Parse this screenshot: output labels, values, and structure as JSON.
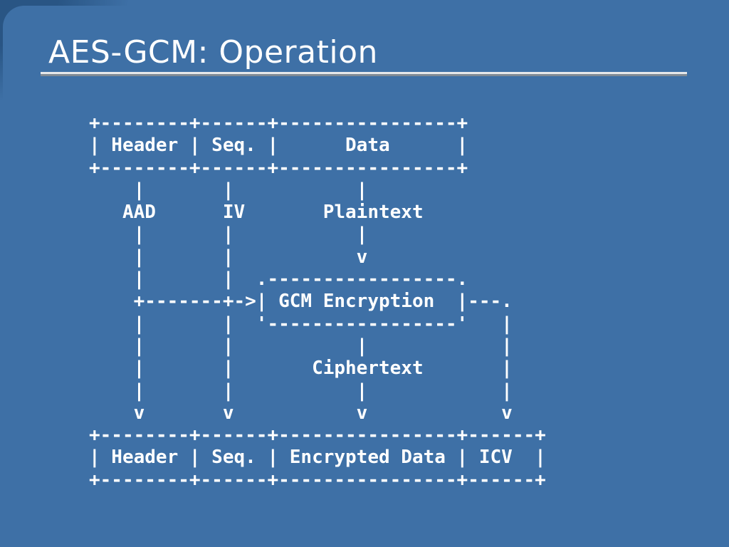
{
  "slide": {
    "title": "AES-GCM: Operation"
  },
  "diagram": {
    "lines": [
      "+--------+------+----------------+",
      "| Header | Seq. |      Data      |",
      "+--------+------+----------------+",
      "    |       |           |",
      "   AAD      IV       Plaintext",
      "    |       |           |",
      "    |       |           v",
      "    |       |  .-----------------.",
      "    +-------+->| GCM Encryption  |---.",
      "    |       |  '-----------------'   |",
      "    |       |           |            |",
      "    |       |       Ciphertext       |",
      "    |       |           |            |",
      "    v       v           v            v",
      "+--------+------+----------------+------+",
      "| Header | Seq. | Encrypted Data | ICV  |",
      "+--------+------+----------------+------+"
    ]
  },
  "colors": {
    "slide_background": "#3e70a6",
    "corner_shade": "#295584",
    "text": "#ffffff",
    "rule_light": "#e6e8ea",
    "rule_dark": "#7f8a95"
  }
}
